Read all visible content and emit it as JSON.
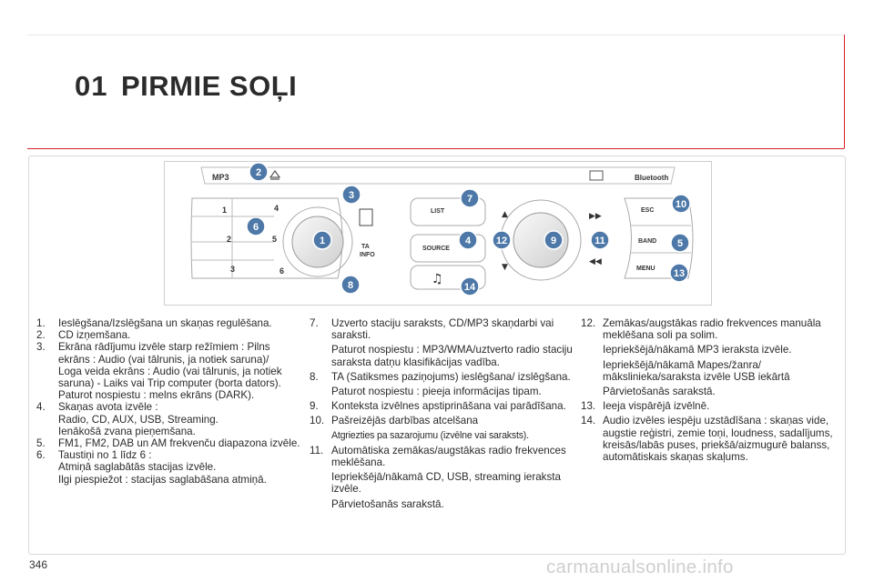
{
  "header": {
    "chapter_number": "01",
    "chapter_title": "PIRMIE SOĻI"
  },
  "diagram": {
    "labels": {
      "mp3": "MP3",
      "list": "LIST",
      "source": "SOURCE",
      "ta": "TA",
      "info": "INFO",
      "esc": "ESC",
      "band": "BAND",
      "menu": "MENU",
      "bluetooth": "Bluetooth",
      "preset1": "1",
      "preset2": "2",
      "preset3": "3",
      "preset4": "4",
      "preset5": "5",
      "preset6": "6"
    },
    "callouts": [
      "1",
      "2",
      "3",
      "4",
      "5",
      "6",
      "7",
      "8",
      "9",
      "10",
      "11",
      "12",
      "13",
      "14"
    ],
    "colors": {
      "callout": "#4d78a8",
      "callout_text": "#ffffff"
    }
  },
  "col1": [
    {
      "num": "1.",
      "lines": [
        "Ieslēgšana/Izslēgšana un skaņas regulēšana."
      ]
    },
    {
      "num": "2.",
      "lines": [
        "CD izņemšana."
      ]
    },
    {
      "num": "3.",
      "lines": [
        "Ekrāna rādījumu izvēle starp režīmiem : Pilns ekrāns : Audio (vai tālrunis, ja notiek saruna)/",
        "Loga veida ekrāns : Audio (vai tālrunis, ja notiek saruna) - Laiks vai Trip computer (borta dators).",
        "Paturot nospiestu : melns ekrāns (DARK)."
      ]
    },
    {
      "num": "4.",
      "lines": [
        "Skaņas avota izvēle :",
        "Radio, CD, AUX, USB, Streaming.",
        "Ienākošā zvana pieņemšana."
      ]
    },
    {
      "num": "5.",
      "lines": [
        "FM1, FM2, DAB un AM frekvenču diapazona izvēle."
      ]
    },
    {
      "num": "6.",
      "lines": [
        "Taustiņi no 1 līdz 6 :",
        "Atmiņā saglabātās stacijas izvēle.",
        "Ilgi piespiežot : stacijas saglabāšana atmiņā."
      ]
    }
  ],
  "col2": [
    {
      "num": "7.",
      "lines": [
        "Uzverto staciju saraksts, CD/MP3 skaņdarbi vai saraksti."
      ],
      "extra": [
        "Paturot nospiestu : MP3/WMA/uztverto radio staciju saraksta datņu klasifikācijas vadība."
      ]
    },
    {
      "num": "8.",
      "lines": [
        "TA (Satiksmes paziņojums) ieslēgšana/ izslēgšana."
      ],
      "extra": [
        "Paturot nospiestu : pieeja informācijas tipam."
      ]
    },
    {
      "num": "9.",
      "lines": [
        "Konteksta izvēlnes apstiprināšana vai parādīšana."
      ],
      "extra": []
    },
    {
      "num": "10.",
      "lines": [
        "Pašreizējās darbības atcelšana"
      ],
      "small": "Atgriezties pa sazarojumu (izvēlne vai saraksts)."
    },
    {
      "num": "11.",
      "lines": [
        "Automātiska zemākas/augstākas radio frekvences meklēšana."
      ],
      "extra": [
        "Iepriekšējā/nākamā CD, USB, streaming ieraksta izvēle.",
        "Pārvietošanās sarakstā."
      ]
    }
  ],
  "col3": [
    {
      "num": "12.",
      "lines": [
        "Zemākas/augstākas radio frekvences manuāla meklēšana soli pa solim."
      ],
      "extra": [
        "Iepriekšējā/nākamā MP3 ieraksta izvēle.",
        "Iepriekšējā/nākamā Mapes/žanra/ mākslinieka/saraksta izvēle USB iekārtā",
        "Pārvietošanās sarakstā."
      ]
    },
    {
      "num": "13.",
      "lines": [
        "Ieeja vispārējā izvēlnē."
      ],
      "extra": []
    },
    {
      "num": "14.",
      "lines": [
        "Audio izvēles iespēju uzstādīšana : skaņas vide, augstie reģistri, zemie toņi, loudness, sadalījums, kreisās/labās puses, priekšā/aizmugurē balanss, automātiskais skaņas skaļums."
      ],
      "extra": []
    }
  ],
  "footer": {
    "page_number": "346",
    "watermark": "carmanualsonline.info"
  }
}
